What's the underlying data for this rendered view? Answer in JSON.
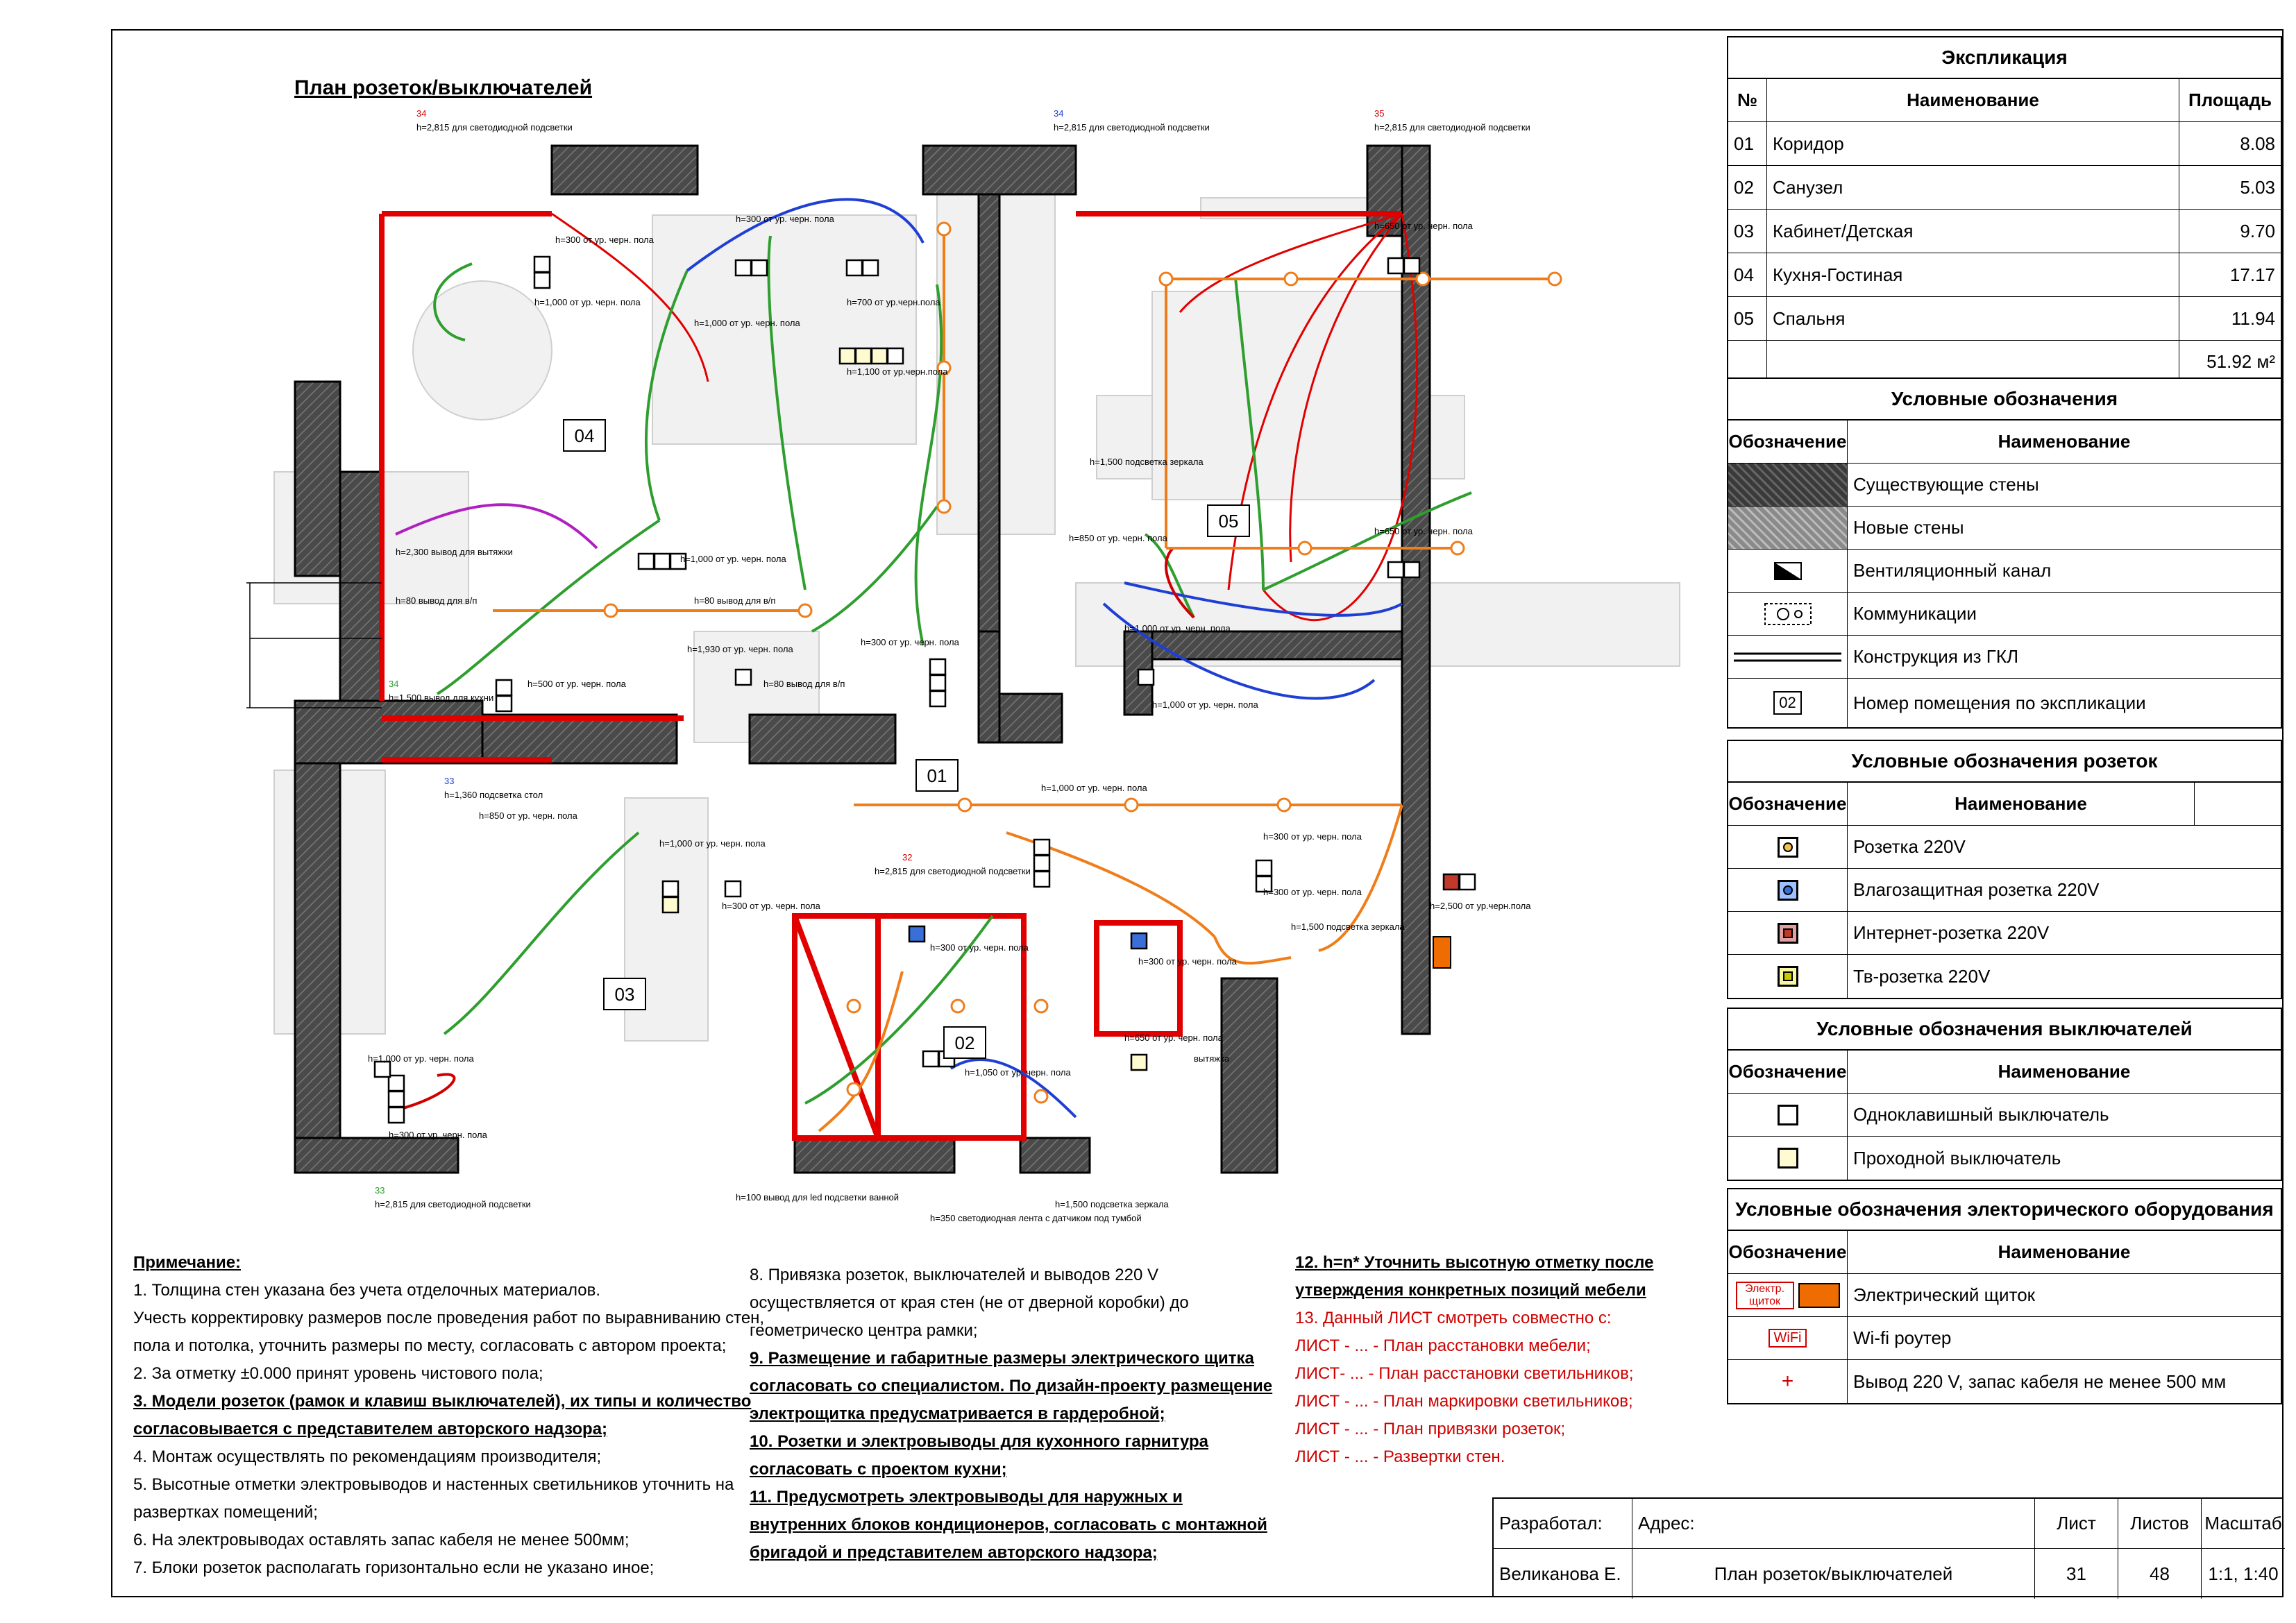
{
  "sheet_title": "План розеток/выключателей",
  "explication": {
    "title": "Экспликация",
    "headers": [
      "№",
      "Наименование",
      "Площадь"
    ],
    "rows": [
      {
        "no": "01",
        "name": "Коридор",
        "area": "8.08"
      },
      {
        "no": "02",
        "name": "Санузел",
        "area": "5.03"
      },
      {
        "no": "03",
        "name": "Кабинет/Детская",
        "area": "9.70"
      },
      {
        "no": "04",
        "name": "Кухня-Гостиная",
        "area": "17.17"
      },
      {
        "no": "05",
        "name": "Спальня",
        "area": "11.94"
      }
    ],
    "total": "51.92 м²"
  },
  "legend_general": {
    "title": "Условные обозначения",
    "headers": [
      "Обозначение",
      "Наименование"
    ],
    "items": [
      "Существующие стены",
      "Новые стены",
      "Вентиляционный канал",
      "Коммуникации",
      "Конструкция из ГКЛ",
      "Номер помещения по экспликации"
    ],
    "room_symbol": "02"
  },
  "legend_sockets": {
    "title": "Условные обозначения розеток",
    "headers": [
      "Обозначение",
      "Наименование"
    ],
    "items": [
      {
        "label": "Розетка 220V",
        "color": "#f2c14e"
      },
      {
        "label": "Влагозащитная розетка 220V",
        "color": "#3b6fd8"
      },
      {
        "label": "Интернет-розетка 220V",
        "color": "#c0392b"
      },
      {
        "label": "Тв-розетка  220V",
        "color": "#e8e84a"
      }
    ]
  },
  "legend_switches": {
    "title": "Условные обозначения выключателей",
    "headers": [
      "Обозначение",
      "Наименование"
    ],
    "items": [
      {
        "label": "Одноклавишный выключатель",
        "color": "#ffffff"
      },
      {
        "label": "Проходной выключатель",
        "color": "#fffbd0"
      }
    ]
  },
  "legend_equipment": {
    "title": "Условные обозначения электорического оборудования",
    "headers": [
      "Обозначение",
      "Наименование"
    ],
    "items": [
      {
        "symbol": "Электр. щиток",
        "label": "Электрический щиток"
      },
      {
        "symbol": "WiFi",
        "label": "Wi-fi роутер"
      },
      {
        "symbol": "+",
        "label": "Вывод 220 V, запас кабеля не менее 500 мм"
      }
    ]
  },
  "notes": {
    "heading": "Примечание:",
    "col1": [
      "1. Толщина стен указана без учета отделочных материалов.",
      "Учесть корректировку размеров после проведения работ по выравниванию стен,",
      "пола и потолка, уточнить размеры по месту, согласовать с автором проекта;",
      "2. За отметку ±0.000 принят уровень чистового пола;",
      "3. Модели розеток (рамок и клавиш выключателей), их типы и количество",
      "согласовывается с представителем авторского надзора;",
      "4. Монтаж осуществлять по рекомендациям производителя;",
      "5.  Высотные отметки электровыводов и настенных светильников уточнить на",
      "развертках помещений;",
      "6. На электровыводах оставлять запас кабеля не менее 500мм;",
      "7. Блоки розеток располагать горизонтально если не указано иное;"
    ],
    "col2": [
      "8. Привязка  розеток, выключателей и выводов 220 V",
      "осуществляется от края стен (не от дверной коробки) до",
      "геометрическо центра рамки;",
      "9. Размещение и габаритные размеры электрического щитка",
      "согласовать со специалистом. По дизайн-проекту размещение",
      "электрощитка предусматривается в гардеробной;",
      "10. Розетки и электровыводы для кухонного гарнитура",
      "согласовать с проектом кухни;",
      "11. Предусмотреть электровыводы для наружных и",
      "внутренних блоков кондиционеров, согласовать с монтажной",
      "бригадой и представителем авторского надзора;"
    ],
    "col3": [
      "12. h=n* Уточнить высотную отметку после",
      "утверждения конкретных позиций мебели",
      "13. Данный ЛИСТ смотреть совместно с:",
      "ЛИСТ - ... - План  расстановки мебели;",
      "ЛИСТ- ... - План расстановки светильников;",
      "ЛИСТ - ... - План маркировки светильников;",
      "ЛИСТ - ... - План привязки розеток;",
      "ЛИСТ - ... - Развертки стен."
    ]
  },
  "title_block": {
    "developer_label": "Разработал:",
    "address_label": "Адрес:",
    "sheet_label": "Лист",
    "sheets_label": "Листов",
    "scale_label": "Масштаб",
    "developer": "Великанова Е.",
    "drawing_name": "План розеток/выключателей",
    "sheet": "31",
    "sheets": "48",
    "scale": "1:1, 1:40"
  },
  "plan": {
    "rooms": [
      "04",
      "05",
      "01",
      "03",
      "02"
    ],
    "annotations": {
      "a34": "34",
      "a35": "35",
      "a32": "32",
      "a33": "33",
      "led": "h=2,815 для светодиодной подсветки",
      "h300": "h=300 от ур. черн. пола",
      "h1000": "h=1,000 от ур. черн. пола",
      "h700": "h=700 от ур.черн.пола",
      "h1100": "h=1,100 от ур.черн.пола",
      "h650": "h=650 от ур. черн. пола",
      "h850": "h=850 от ур. черн. пола",
      "h1500": "h=1,500 подсветка зеркала",
      "h2300": "h=2,300 вывод для вытяжки",
      "h80": "h=80 вывод для в/п",
      "h1930": "h=1,930 от ур. черн. пола",
      "h500": "h=500 от ур. черн. пола",
      "h1500k": "h=1,500 вывод для кухни",
      "h1360": "h=1,360 подсветка стол",
      "h2500": "h=2,500 от ур.черн.пола",
      "h1050": "h=1,050 от ур. черн. пола",
      "h100": "h=100 вывод для led подсветки ванной",
      "h350": "h=350 светодиодная лента с датчиком под тумбой",
      "mirror": "h=1,500 подсветка зеркала",
      "vytyazhka": "вытяжка"
    }
  }
}
